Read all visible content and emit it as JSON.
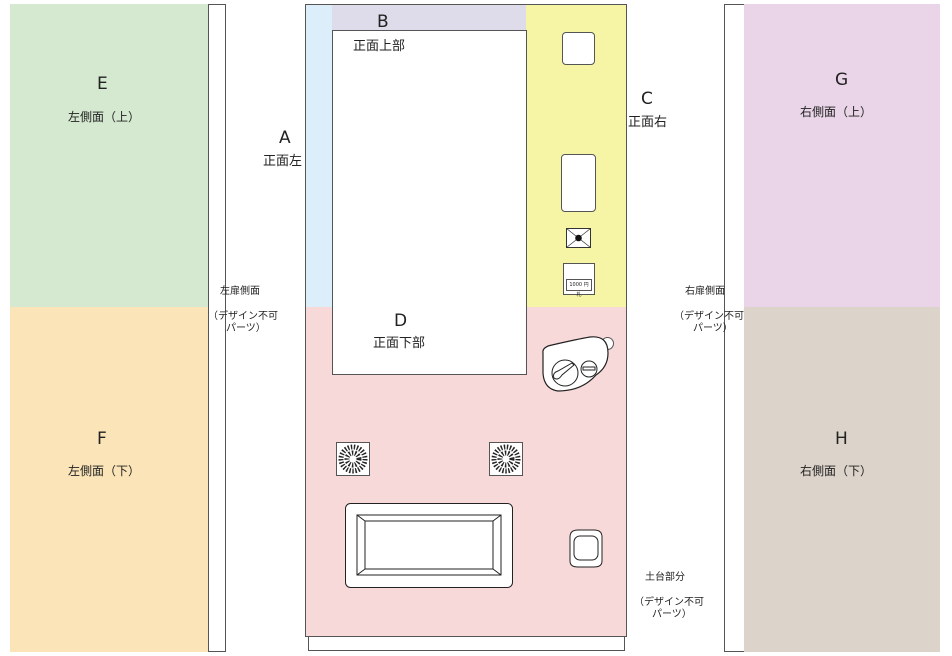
{
  "panels": {
    "A": {
      "letter": "A",
      "name": "正面左",
      "color": "#dbeef9"
    },
    "B": {
      "letter": "B",
      "name": "正面上部",
      "color": "#dedbea"
    },
    "C": {
      "letter": "C",
      "name": "正面右",
      "color": "#f6f4a5"
    },
    "D": {
      "letter": "D",
      "name": "正面下部",
      "color": "#f8d9da"
    },
    "E": {
      "letter": "E",
      "name": "左側面（上）",
      "color": "#d5e8d0"
    },
    "F": {
      "letter": "F",
      "name": "左側面（下）",
      "color": "#fbe5b8"
    },
    "G": {
      "letter": "G",
      "name": "右側面（上）",
      "color": "#e9d4e8"
    },
    "H": {
      "letter": "H",
      "name": "右側面（下）",
      "color": "#dcd3ca"
    }
  },
  "notes": {
    "left_door": {
      "title": "左扉側面",
      "line1": "（デザイン不可",
      "line2": "パーツ）"
    },
    "right_door": {
      "title": "右扉側面",
      "line1": "（デザイン不可",
      "line2": "パーツ）"
    },
    "base": {
      "title": "土台部分",
      "line1": "（デザイン不可",
      "line2": "パーツ）"
    }
  },
  "bill_slot_label": "1000 円札"
}
